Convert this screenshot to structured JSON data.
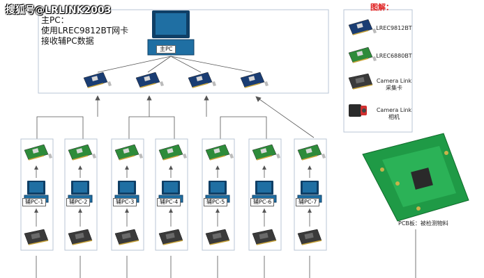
{
  "watermark": "搜狐号@LRLINK2003",
  "main_pc": {
    "label_lines": [
      "主PC：",
      "使用LREC9812BT网卡",
      "接收辅PC数据"
    ],
    "computer_label": "主PC"
  },
  "aux_pcs": [
    "辅PC-1",
    "辅PC-2",
    "辅PC-3",
    "辅PC-4",
    "辅PC-5",
    "辅PC-6",
    "辅PC-7"
  ],
  "legend": {
    "title": "图解：",
    "items": [
      {
        "icon": "network-card-icon",
        "lines": [
          "LREC9812BT"
        ]
      },
      {
        "icon": "network-card-green-icon",
        "lines": [
          "LREC6880BT"
        ]
      },
      {
        "icon": "camera-link-card-icon",
        "lines": [
          "Camera Link",
          "采集卡"
        ]
      },
      {
        "icon": "camera-icon",
        "lines": [
          "Camera Link",
          "相机"
        ]
      }
    ]
  },
  "pcb_label": "PCB板：被检测物料",
  "colors": {
    "line": "#555555",
    "box_border": "#b8c4d4",
    "monitor": "#1f6fa3",
    "monitor_dark": "#0f3f66",
    "card_blue": "#1a3d73",
    "card_green": "#2e8b3a",
    "pcb": "#1f9a46",
    "legend_title": "#e02020"
  }
}
